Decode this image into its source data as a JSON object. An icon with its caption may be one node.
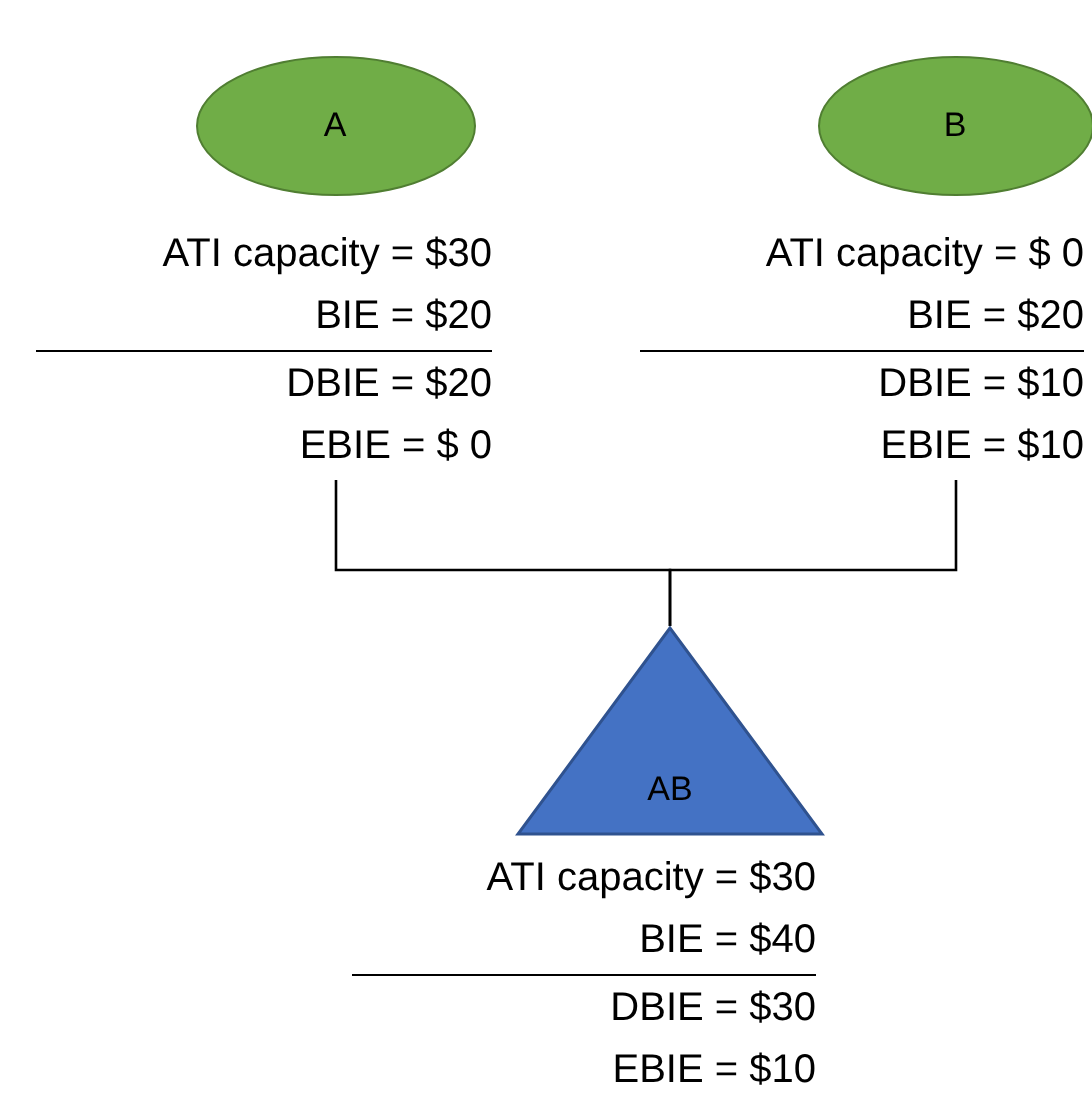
{
  "diagram": {
    "nodes": [
      {
        "text": [
          "A"
        ],
        "beside": [
          "ATI capacity = $30",
          "BIE = $20",
          "DBIE = $20",
          "EBIE = $ 0"
        ]
      },
      {
        "text": [
          "B"
        ],
        "beside": [
          "ATI capacity = $ 0",
          "BIE = $20",
          "DBIE = $10",
          "EBIE = $10"
        ]
      },
      {
        "text": [
          "AB"
        ],
        "beside": [
          "ATI capacity = $30",
          "BIE = $40",
          "DBIE = $30",
          "EBIE = $10"
        ]
      }
    ],
    "edges": [
      {
        "from": 0,
        "to": 2,
        "arrow": "none"
      },
      {
        "from": 1,
        "to": 2,
        "arrow": "none"
      }
    ]
  }
}
